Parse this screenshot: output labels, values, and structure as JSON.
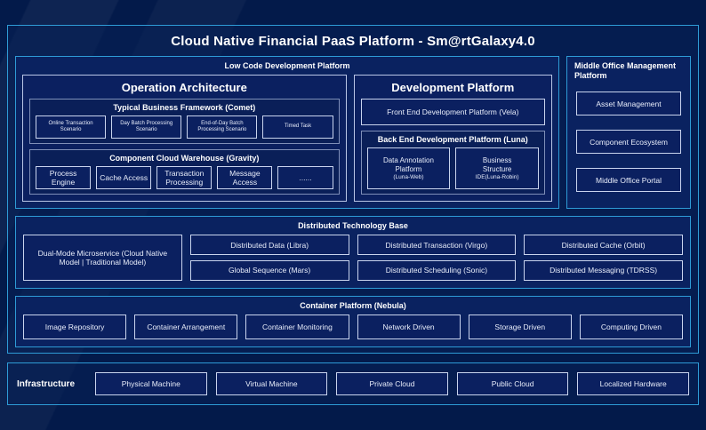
{
  "header": {
    "title": "Cloud Native Financial PaaS Platform - Sm@rtGalaxy4.0"
  },
  "low_code": {
    "title": "Low Code Development Platform",
    "operation_architecture": {
      "title": "Operation Architecture",
      "groups": [
        {
          "title": "Typical Business Framework (Comet)",
          "items": [
            "Online Transaction Scenario",
            "Day Batch Processing Scenario",
            "End-of-Day Batch Processing Scenario",
            "Timed Task"
          ]
        },
        {
          "title": "Component Cloud Warehouse (Gravity)",
          "items": [
            "Process Engine",
            "Cache Access",
            "Transaction Processing",
            "Message Access",
            "......"
          ]
        }
      ]
    },
    "development_platform": {
      "title": "Development Platform",
      "front_end": "Front End Development Platform (Vela)",
      "back_end": {
        "title": "Back End Development Platform (Luna)",
        "items": [
          {
            "line1": "Data Annotation",
            "line2": "Platform",
            "line3": "(Luna-Web)"
          },
          {
            "line1": "Business",
            "line2": "Structure",
            "line3": "IDE(Luna-Robin)"
          }
        ]
      }
    }
  },
  "middle_office": {
    "title": "Middle Office Management Platform",
    "items": [
      "Asset Management",
      "Component Ecosystem",
      "Middle Office Portal"
    ]
  },
  "distributed_technology_base": {
    "title": "Distributed Technology Base",
    "columns": [
      {
        "items": [
          "Dual-Mode Microservice (Cloud Native Model | Traditional Model)"
        ]
      },
      {
        "items": [
          "Distributed Data (Libra)",
          "Global Sequence (Mars)"
        ]
      },
      {
        "items": [
          "Distributed Transaction (Virgo)",
          "Distributed Scheduling (Sonic)"
        ]
      },
      {
        "items": [
          "Distributed Cache (Orbit)",
          "Distributed Messaging (TDRSS)"
        ]
      }
    ]
  },
  "container_platform": {
    "title": "Container Platform (Nebula)",
    "items": [
      "Image Repository",
      "Container Arrangement",
      "Container Monitoring",
      "Network Driven",
      "Storage Driven",
      "Computing Driven"
    ]
  },
  "infrastructure": {
    "label": "Infrastructure",
    "items": [
      "Physical Machine",
      "Virtual Machine",
      "Private Cloud",
      "Public Cloud",
      "Localized Hardware"
    ]
  },
  "colors": {
    "background": "#031a4a",
    "panel_border": "#2e9bd6",
    "box_border": "#c9d4ee",
    "box_fill": "#0b2060",
    "text": "#ffffff"
  }
}
